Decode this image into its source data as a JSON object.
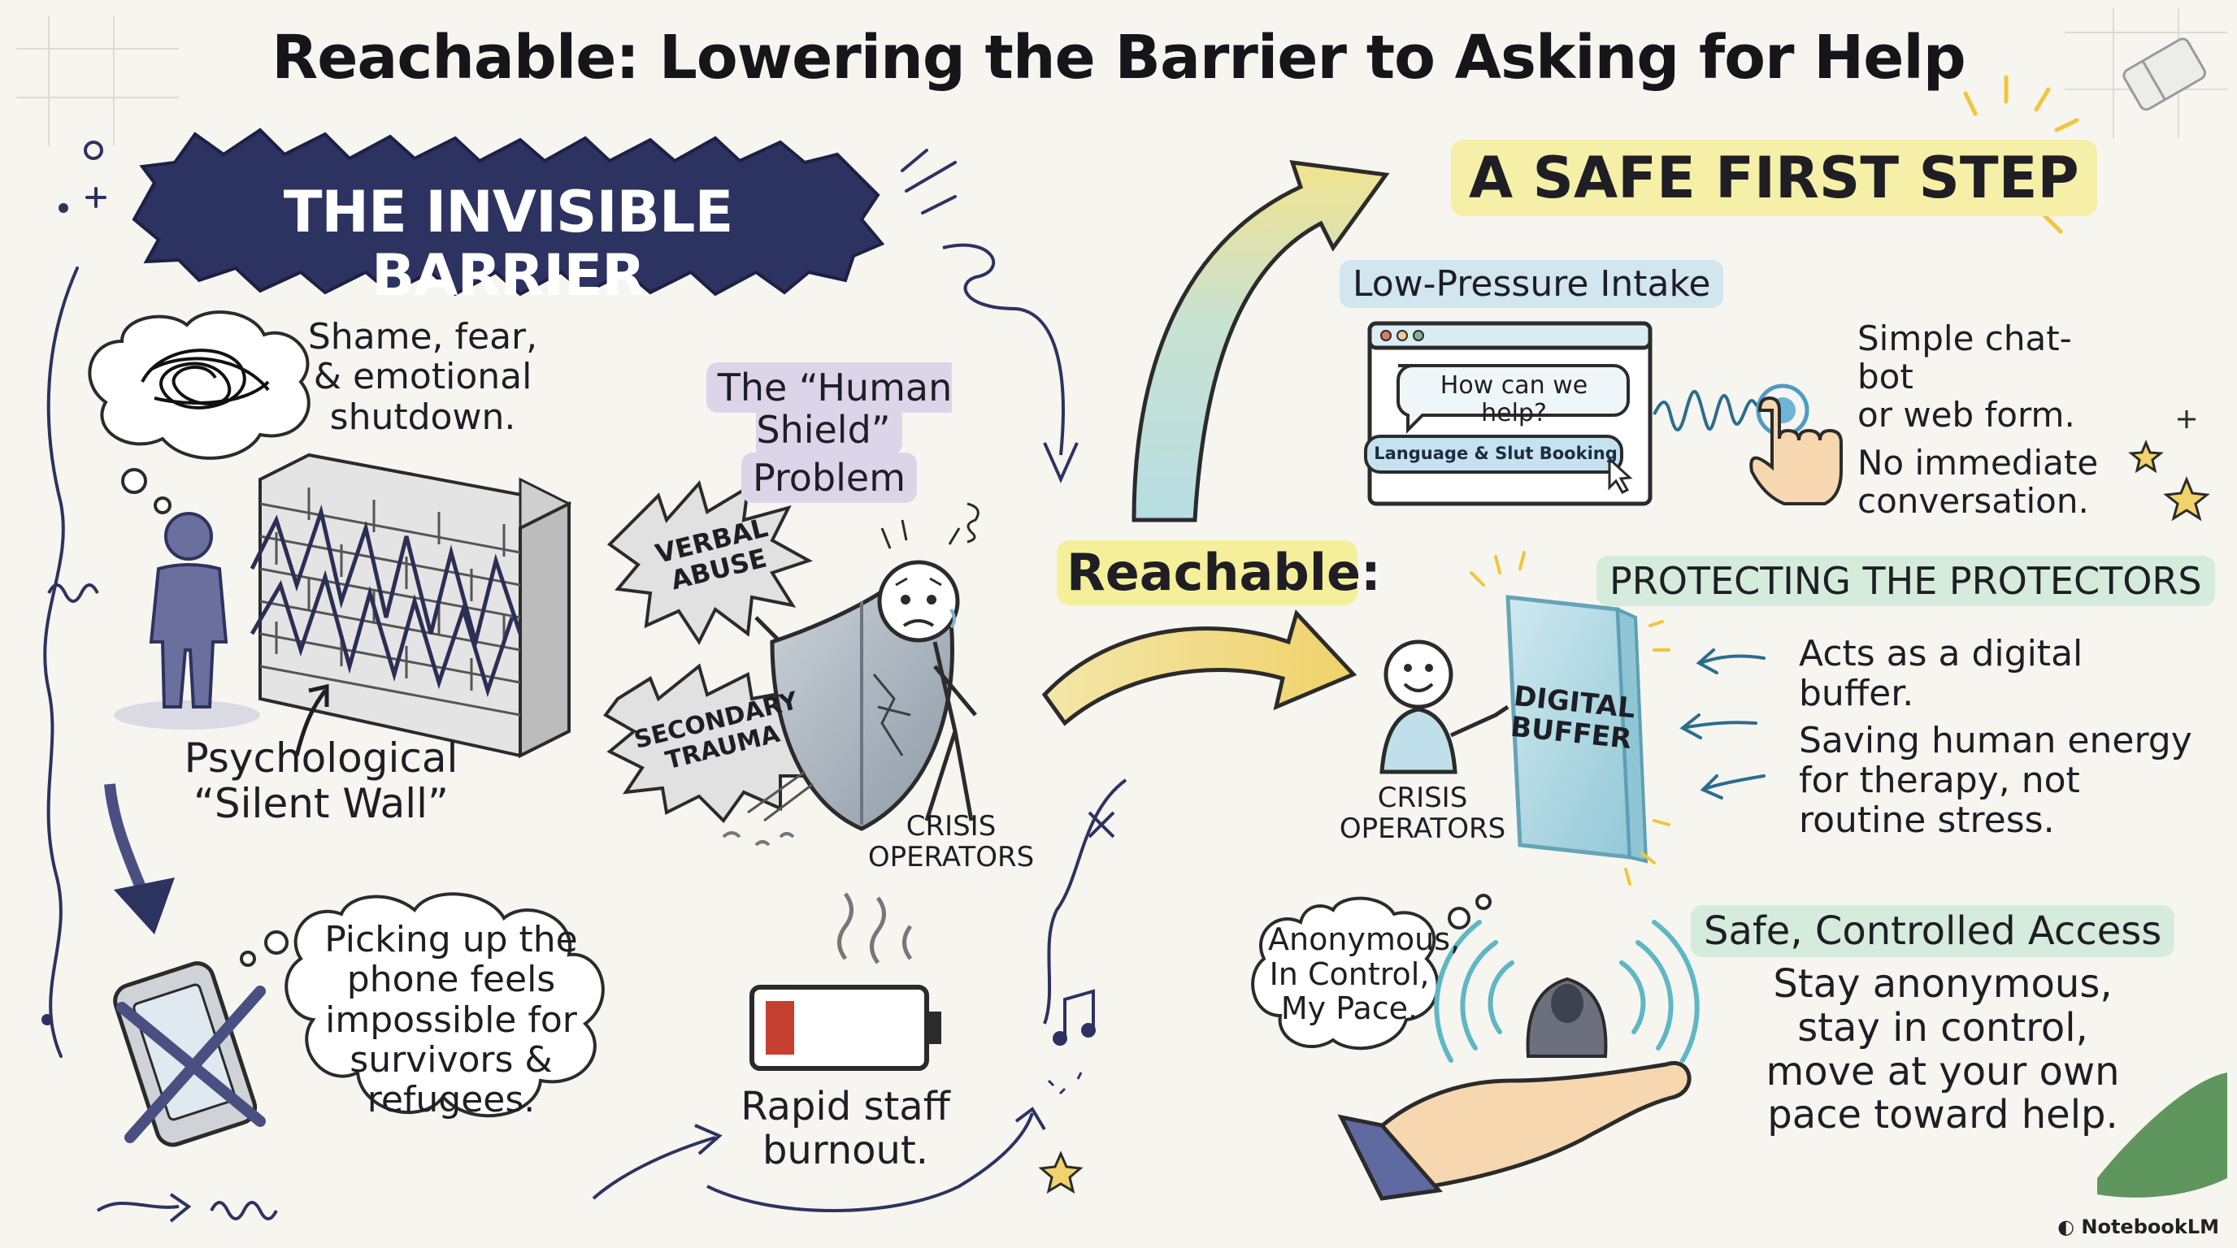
{
  "title": "Reachable: Lowering the Barrier to Asking for Help",
  "left": {
    "banner": "THE INVISIBLE BARRIER",
    "shame_lines": [
      "Shame, fear,",
      "& emotional",
      "shutdown."
    ],
    "wall_label_lines": [
      "Psychological",
      "“Silent Wall”"
    ],
    "human_shield_lines": [
      "The “Human Shield”",
      "Problem"
    ],
    "verbal_abuse_lines": [
      "VERBAL",
      "ABUSE"
    ],
    "secondary_trauma_lines": [
      "SECONDARY",
      "TRAUMA"
    ],
    "crisis_operators_lines": [
      "CRISIS",
      "OPERATORS"
    ],
    "phone_thought_lines": [
      "Picking up the",
      "phone feels",
      "impossible for",
      "survivors &",
      "refugees."
    ],
    "burnout_lines": [
      "Rapid staff",
      "burnout."
    ]
  },
  "center": {
    "reachable": "Reachable:"
  },
  "right": {
    "safe_title": "A SAFE FIRST STEP",
    "intake_heading": "Low-Pressure Intake",
    "chat_bubble": "How can we help?",
    "booking_button": "Language & Slut Booking",
    "intake_desc_lines": [
      "Simple chat-bot",
      "or web form.",
      "No immediate",
      "conversation."
    ],
    "protectors_heading": "PROTECTING THE PROTECTORS",
    "digital_buffer_lines": [
      "DIGITAL",
      "BUFFER"
    ],
    "crisis_operators_lines": [
      "CRISIS",
      "OPERATORS"
    ],
    "buffer_desc_lines": [
      "Acts as a digital buffer.",
      "Saving human energy",
      "for therapy, not",
      "routine stress."
    ],
    "anon_thought_lines": [
      "Anonymous,",
      "In Control,",
      "My Pace."
    ],
    "access_heading": "Safe, Controlled Access",
    "access_desc_lines": [
      "Stay anonymous,",
      "stay in control,",
      "move at your own",
      "pace toward help."
    ]
  },
  "footer": "NotebookLM",
  "colors": {
    "navy": "#2d3361",
    "ink": "#1e1e24",
    "yellow_highlight": "#f5efa8",
    "blue_highlight": "#d1e6ef",
    "green_highlight": "#d5ecdc",
    "purple_highlight": "#dcd5ea",
    "battery_red": "#c7402f",
    "arrow_yellow": "#f1d77a",
    "arrow_teal": "#a9d3db"
  }
}
